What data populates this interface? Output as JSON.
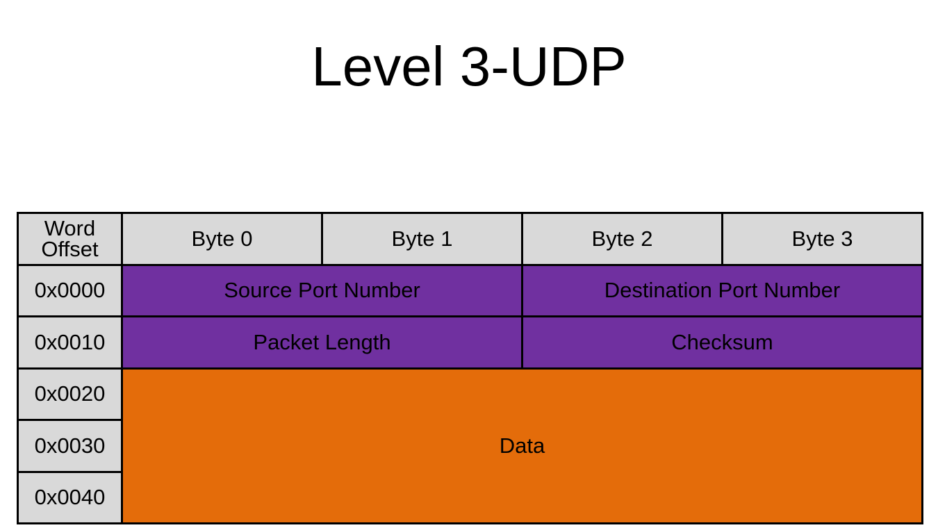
{
  "title": "Level 3-UDP",
  "header": {
    "offset_label_line1": "Word",
    "offset_label_line2": "Offset",
    "bytes": [
      "Byte 0",
      "Byte 1",
      "Byte 2",
      "Byte 3"
    ]
  },
  "rows": [
    {
      "offset": "0x0000",
      "fields": [
        "Source Port Number",
        "Destination Port Number"
      ]
    },
    {
      "offset": "0x0010",
      "fields": [
        "Packet Length",
        "Checksum"
      ]
    },
    {
      "offset": "0x0020"
    },
    {
      "offset": "0x0030"
    },
    {
      "offset": "0x0040"
    }
  ],
  "data_label": "Data",
  "colors": {
    "header_fill": "#d9d9d9",
    "udp_header_field": "#7030a0",
    "data_field": "#e46c0a",
    "border": "#000000"
  }
}
